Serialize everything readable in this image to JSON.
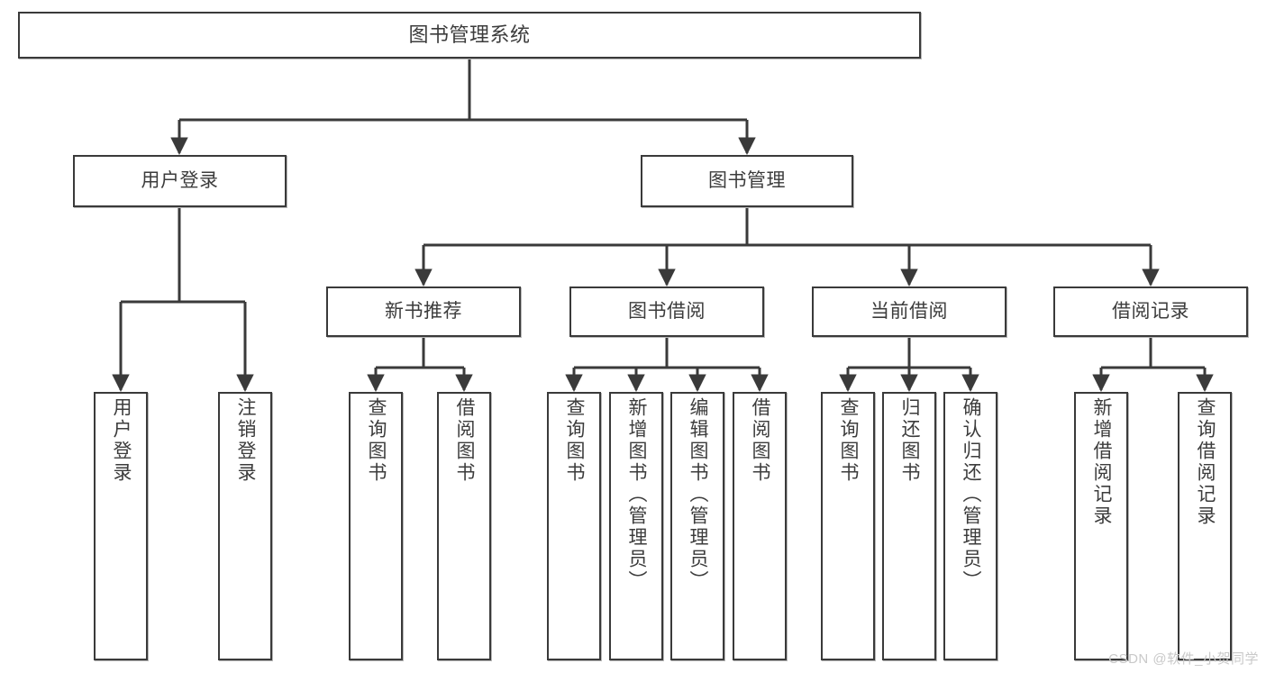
{
  "diagram": {
    "title": "图书管理系统",
    "watermark": "CSDN @软件_小贺同学",
    "colors": {
      "background": "#ffffff",
      "box_border": "#3a3a3a",
      "box_fill": "#ffffff",
      "edge": "#3a3a3a",
      "text": "#3c3c3c",
      "watermark": "#c9c9c9"
    },
    "nodes": {
      "root": "图书管理系统",
      "level2": {
        "user_login": "用户登录",
        "book_management": "图书管理"
      },
      "level3": {
        "new_book_recommend": "新书推荐",
        "book_borrow": "图书借阅",
        "current_borrow": "当前借阅",
        "borrow_record": "借阅记录"
      },
      "level4": {
        "user_login_leaf": "用户登录",
        "logout_leaf": "注销登录",
        "query_book_rec": "查询图书",
        "borrow_book_rec": "借阅图书",
        "query_book_borrow": "查询图书",
        "add_book_admin": "新增图书（管理员）",
        "edit_book_admin": "编辑图书（管理员）",
        "borrow_book": "借阅图书",
        "query_book_current": "查询图书",
        "return_book": "归还图书",
        "confirm_return_admin": "确认归还（管理员）",
        "add_borrow_record": "新增借阅记录",
        "query_borrow_record": "查询借阅记录"
      }
    }
  },
  "chart_data": {
    "type": "diagram",
    "title": "图书管理系统",
    "layout": "top-down tree",
    "levels": 4,
    "tree": {
      "label": "图书管理系统",
      "children": [
        {
          "label": "用户登录",
          "children": [
            {
              "label": "用户登录",
              "children": []
            },
            {
              "label": "注销登录",
              "children": []
            }
          ]
        },
        {
          "label": "图书管理",
          "children": [
            {
              "label": "新书推荐",
              "children": [
                {
                  "label": "查询图书",
                  "children": []
                },
                {
                  "label": "借阅图书",
                  "children": []
                }
              ]
            },
            {
              "label": "图书借阅",
              "children": [
                {
                  "label": "查询图书",
                  "children": []
                },
                {
                  "label": "新增图书（管理员）",
                  "children": []
                },
                {
                  "label": "编辑图书（管理员）",
                  "children": []
                },
                {
                  "label": "借阅图书",
                  "children": []
                }
              ]
            },
            {
              "label": "当前借阅",
              "children": [
                {
                  "label": "查询图书",
                  "children": []
                },
                {
                  "label": "归还图书",
                  "children": []
                },
                {
                  "label": "确认归还（管理员）",
                  "children": []
                }
              ]
            },
            {
              "label": "借阅记录",
              "children": [
                {
                  "label": "新增借阅记录",
                  "children": []
                },
                {
                  "label": "查询借阅记录",
                  "children": []
                }
              ]
            }
          ]
        }
      ]
    }
  }
}
